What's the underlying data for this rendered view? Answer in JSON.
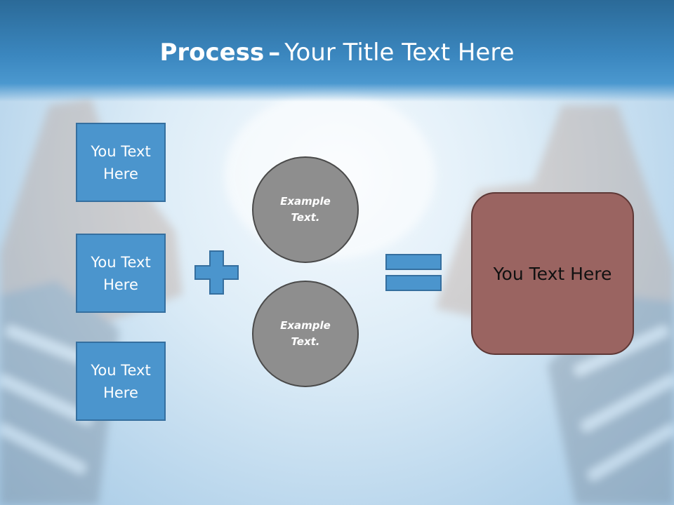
{
  "slide": {
    "title_bold": "Process",
    "title_dash": "–",
    "title_rest": "Your Title Text Here"
  },
  "inputs": [
    {
      "label": "You Text Here"
    },
    {
      "label": "You Text Here"
    },
    {
      "label": "You Text Here"
    }
  ],
  "circles": [
    {
      "label": "Example Text."
    },
    {
      "label": "Example Text."
    }
  ],
  "result": {
    "label": "You Text Here"
  },
  "colors": {
    "header": "#3b87bf",
    "box_fill": "#4b95cd",
    "circle_fill": "#8e8e8e",
    "result_fill": "#9a6461",
    "title_text": "#ffffff"
  },
  "icons": [
    "plus-icon",
    "equals-icon"
  ]
}
